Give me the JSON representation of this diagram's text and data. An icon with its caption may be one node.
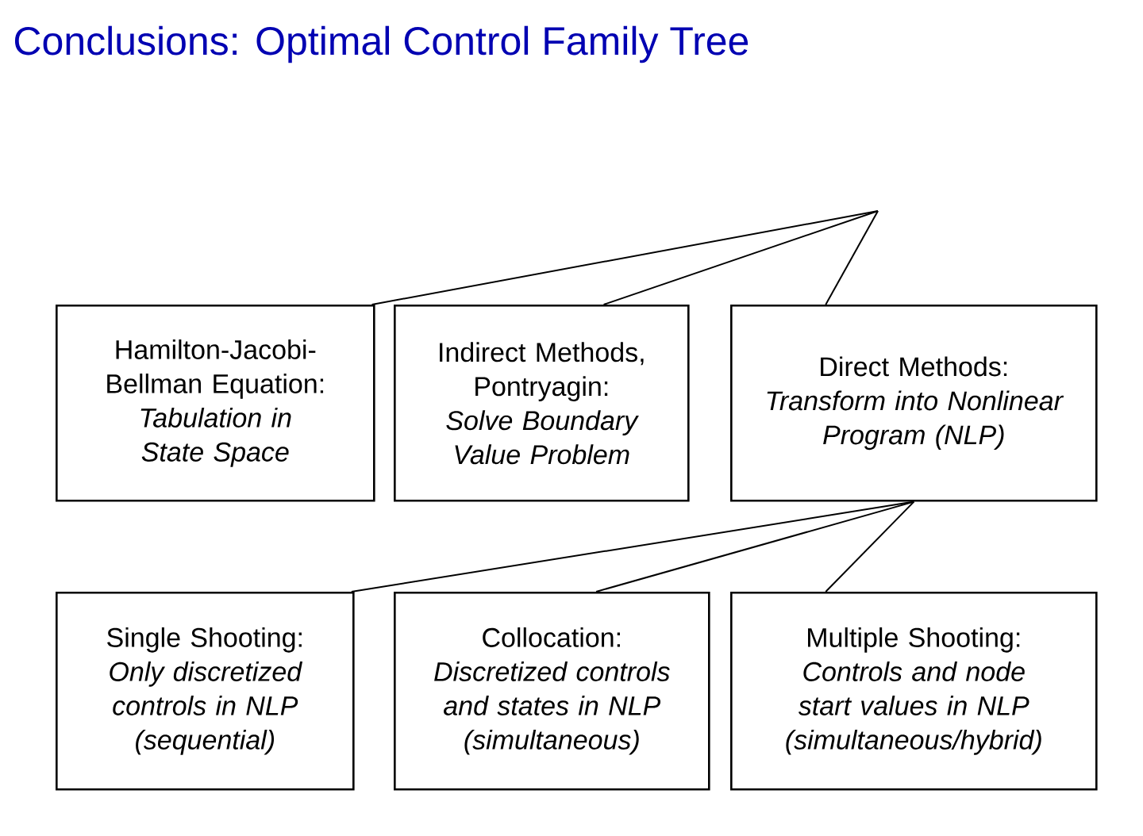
{
  "diagram": {
    "title": "Conclusions: Optimal Control Family Tree",
    "nodes": [
      {
        "text": [
          "Hamilton-Jacobi-Bellman Equation:",
          "Tabulation in State Space"
        ]
      },
      {
        "text": [
          "Indirect Methods, Pontryagin:",
          "Solve Boundary Value Problem"
        ]
      },
      {
        "text": [
          "Direct Methods:",
          "Transform into Nonlinear Program (NLP)"
        ]
      },
      {
        "text": [
          "Single Shooting:",
          "Only discretized controls in NLP (sequential)"
        ]
      },
      {
        "text": [
          "Collocation:",
          "Discretized controls and states in NLP (simultaneous)"
        ]
      },
      {
        "text": [
          "Multiple Shooting:",
          "Controls and node start values in NLP (simultaneous/hybrid)"
        ]
      }
    ],
    "edges": [
      {
        "from": null,
        "to": 0,
        "arrow": "none"
      },
      {
        "from": null,
        "to": 1,
        "arrow": "none"
      },
      {
        "from": null,
        "to": 2,
        "arrow": "none"
      },
      {
        "from": 2,
        "to": 3,
        "arrow": "none"
      },
      {
        "from": 2,
        "to": 4,
        "arrow": "none"
      },
      {
        "from": 2,
        "to": 5,
        "arrow": "none"
      }
    ]
  }
}
